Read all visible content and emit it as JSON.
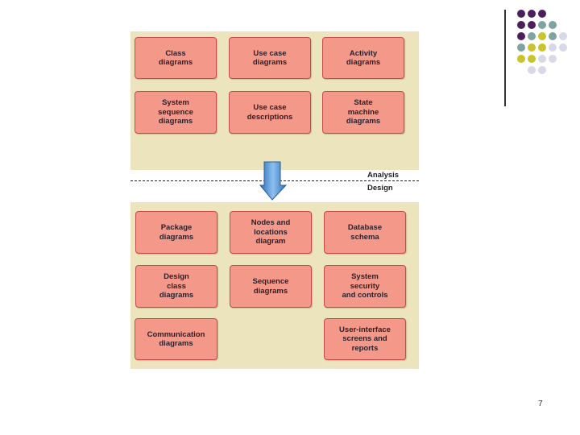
{
  "analysis": {
    "boxes": [
      {
        "label": "Class\ndiagrams"
      },
      {
        "label": "Use case\ndiagrams"
      },
      {
        "label": "Activity\ndiagrams"
      },
      {
        "label": "System\nsequence\ndiagrams"
      },
      {
        "label": "Use case\ndescriptions"
      },
      {
        "label": "State\nmachine\ndiagrams"
      }
    ]
  },
  "phases": {
    "upper": "Analysis",
    "lower": "Design"
  },
  "design": {
    "boxes": [
      {
        "label": "Package\ndiagrams"
      },
      {
        "label": "Nodes and\nlocations\ndiagram"
      },
      {
        "label": "Database\nschema"
      },
      {
        "label": "Design\nclass\ndiagrams"
      },
      {
        "label": "Sequence\ndiagrams"
      },
      {
        "label": "System\nsecurity\nand controls"
      },
      {
        "label": "Communication\ndiagrams"
      },
      {
        "label": "User-interface\nscreens and\nreports"
      }
    ]
  },
  "colors": {
    "panel": "#ece4bc",
    "box_fill": "#f4988a",
    "box_border": "#c24a4c",
    "arrow": "#4a90d9",
    "dot_purple": "#4a1f5c",
    "dot_teal": "#7fa3a0",
    "dot_olive": "#c8c42a",
    "dot_lavender": "#d8d8e6"
  },
  "page_number": "7"
}
